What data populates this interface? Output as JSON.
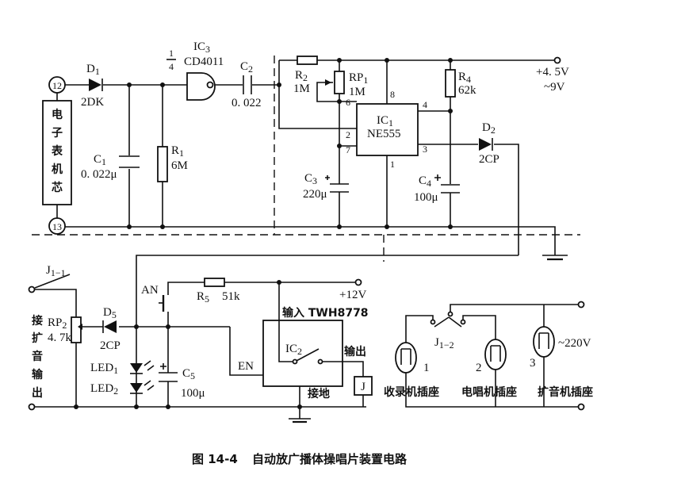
{
  "figure": {
    "caption_number": "图 14-4",
    "caption_title": "自动放广播体操唱片装置电路"
  },
  "labels": {
    "d1": "D",
    "d1_sub": "1",
    "d1_type": "2DK",
    "ic3": "IC",
    "ic3_sub": "3",
    "ic3_frac_top": "1",
    "ic3_frac_bottom": "4",
    "ic3_type": "CD4011",
    "c2": "C",
    "c2_sub": "2",
    "c2_val": "0. 022",
    "c1": "C",
    "c1_sub": "1",
    "c1_val": "0. 022μ",
    "r1": "R",
    "r1_sub": "1",
    "r1_val": "6M",
    "r2": "R",
    "r2_sub": "2",
    "r2_val": "1M",
    "rp1": "RP",
    "rp1_sub": "1",
    "rp1_val": "1M",
    "ic1": "IC",
    "ic1_sub": "1",
    "ic1_type": "NE555",
    "r4": "R",
    "r4_sub": "4",
    "r4_val": "62k",
    "supply1": "+4. 5V",
    "supply2": "~9V",
    "d2": "D",
    "d2_sub": "2",
    "d2_type": "2CP",
    "c3": "C",
    "c3_sub": "3",
    "c3_val": "220μ",
    "c4": "C",
    "c4_sub": "4",
    "c4_val": "100μ",
    "pin8": "8",
    "pin4": "4",
    "pin6": "6",
    "pin2": "2",
    "pin7": "7",
    "pin3": "3",
    "pin1": "1",
    "node12": "12",
    "node13": "13",
    "watch_core": [
      "电",
      "子",
      "表",
      "机",
      "芯"
    ],
    "j11": "J",
    "j11_sub": "1−1",
    "an": "AN",
    "r5": "R",
    "r5_sub": "5",
    "r5_val": "51k",
    "v12": "+12V",
    "input_label": "输入 TWH8778",
    "ic2": "IC",
    "ic2_sub": "2",
    "output_label": "输出",
    "en": "EN",
    "gnd_label": "接地",
    "relay": "J",
    "rp2": "RP",
    "rp2_sub": "2",
    "rp2_val": "4. 7k",
    "d5": "D",
    "d5_sub": "5",
    "d5_type": "2CP",
    "led1": "LED",
    "led1_sub": "1",
    "led2": "LED",
    "led2_sub": "2",
    "c5": "C",
    "c5_sub": "5",
    "c5_val": "100μ",
    "amp_out": [
      "接",
      "扩",
      "音",
      "输",
      "出"
    ],
    "j12": "J",
    "j12_sub": "1−2",
    "v220": "~220V",
    "sock1_num": "1",
    "sock2_num": "2",
    "sock3_num": "3",
    "sock1": "收录机插座",
    "sock2": "电唱机插座",
    "sock3": "扩音机插座"
  }
}
